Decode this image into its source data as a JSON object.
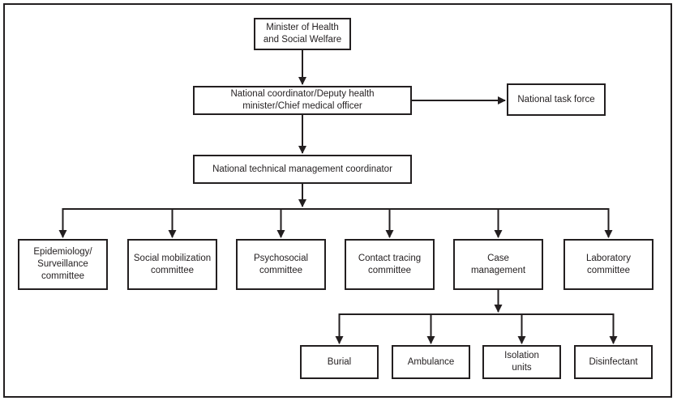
{
  "org_chart": {
    "minister": {
      "label": "Minister of Health\nand Social Welfare"
    },
    "national_coordinator": {
      "label": "National coordinator/Deputy health\nminister/Chief medical officer"
    },
    "national_task_force": {
      "label": "National task force"
    },
    "technical_coordinator": {
      "label": "National technical management coordinator"
    },
    "committees": [
      {
        "id": "epidemiology-surveillance",
        "label": "Epidemiology/\nSurveillance\ncommittee"
      },
      {
        "id": "social-mobilization",
        "label": "Social mobilization\ncommittee"
      },
      {
        "id": "psychosocial",
        "label": "Psychosocial\ncommittee"
      },
      {
        "id": "contact-tracing",
        "label": "Contact tracing\ncommittee"
      },
      {
        "id": "case-management",
        "label": "Case\nmanagement"
      },
      {
        "id": "laboratory",
        "label": "Laboratory\ncommittee"
      }
    ],
    "case_management_units": [
      {
        "id": "burial",
        "label": "Burial"
      },
      {
        "id": "ambulance",
        "label": "Ambulance"
      },
      {
        "id": "isolation-units",
        "label": "Isolation\nunits"
      },
      {
        "id": "disinfectant",
        "label": "Disinfectant"
      }
    ],
    "colors": {
      "line": "#231f20",
      "box_border": "#231f20",
      "text": "#231f20",
      "background": "#ffffff"
    }
  }
}
